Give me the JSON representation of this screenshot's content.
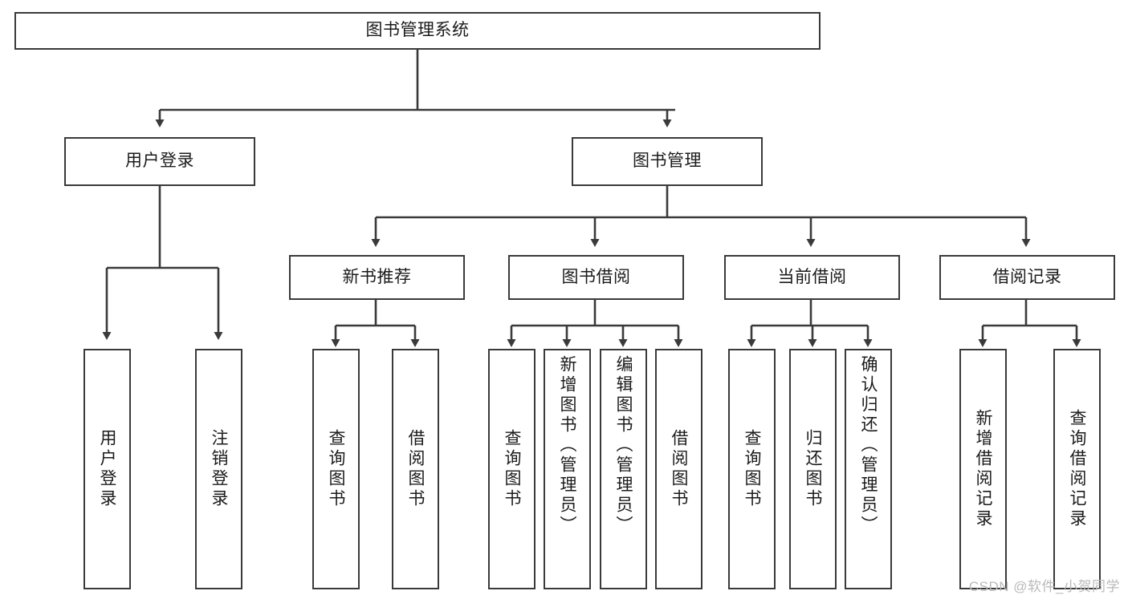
{
  "diagram": {
    "title": "图书管理系统",
    "type": "tree",
    "watermark": "CSDN @软件_小贺同学",
    "colors": {
      "background": "#ffffff",
      "node_border": "#3a3a3a",
      "node_fill": "#ffffff",
      "edge": "#3a3a3a",
      "text": "#1b1b1b",
      "watermark": "#b9b9b9"
    },
    "nodes": {
      "root": {
        "label": "图书管理系统",
        "level": 0
      },
      "l1": [
        {
          "id": "user_login",
          "label": "用户登录",
          "level": 1
        },
        {
          "id": "book_manage",
          "label": "图书管理",
          "level": 1
        }
      ],
      "l2": [
        {
          "id": "new_book_rec",
          "label": "新书推荐",
          "level": 2,
          "parent": "book_manage"
        },
        {
          "id": "book_borrow",
          "label": "图书借阅",
          "level": 2,
          "parent": "book_manage"
        },
        {
          "id": "current_borrow",
          "label": "当前借阅",
          "level": 2,
          "parent": "book_manage"
        },
        {
          "id": "borrow_record",
          "label": "借阅记录",
          "level": 2,
          "parent": "book_manage"
        }
      ],
      "leaves": [
        {
          "id": "leaf_user_login",
          "label": "用户登录",
          "parent": "user_login"
        },
        {
          "id": "leaf_logout",
          "label": "注销登录",
          "parent": "user_login"
        },
        {
          "id": "leaf_query_book_1",
          "label": "查询图书",
          "parent": "new_book_rec"
        },
        {
          "id": "leaf_borrow_book_1",
          "label": "借阅图书",
          "parent": "new_book_rec"
        },
        {
          "id": "leaf_query_book_2",
          "label": "查询图书",
          "parent": "book_borrow"
        },
        {
          "id": "leaf_add_book",
          "label": "新增图书（管理员）",
          "parent": "book_borrow"
        },
        {
          "id": "leaf_edit_book",
          "label": "编辑图书（管理员）",
          "parent": "book_borrow"
        },
        {
          "id": "leaf_borrow_book_2",
          "label": "借阅图书",
          "parent": "book_borrow"
        },
        {
          "id": "leaf_query_book_3",
          "label": "查询图书",
          "parent": "current_borrow"
        },
        {
          "id": "leaf_return_book",
          "label": "归还图书",
          "parent": "current_borrow"
        },
        {
          "id": "leaf_confirm_return",
          "label": "确认归还（管理员）",
          "parent": "current_borrow"
        },
        {
          "id": "leaf_add_record",
          "label": "新增借阅记录",
          "parent": "borrow_record"
        },
        {
          "id": "leaf_query_record",
          "label": "查询借阅记录",
          "parent": "borrow_record"
        }
      ]
    }
  }
}
